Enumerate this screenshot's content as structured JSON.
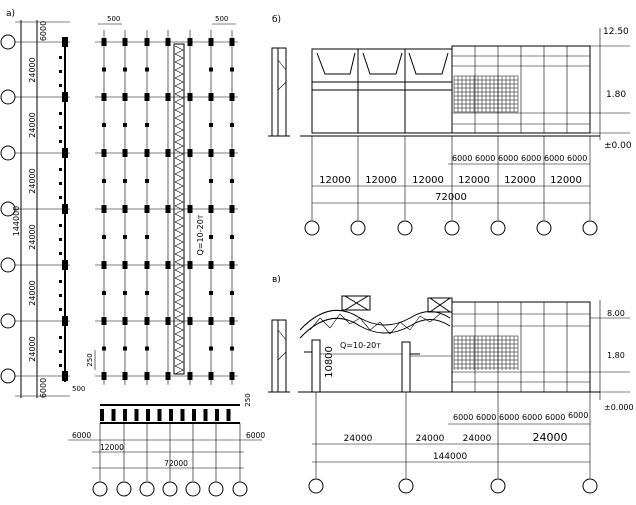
{
  "section_a": {
    "label": "а)",
    "plan_dims": [
      "6000",
      "24000",
      "24000",
      "24000",
      "24000",
      "24000",
      "24000",
      "6000"
    ],
    "plan_total": "144000",
    "top_offset_left": "500",
    "top_offset_right": "500",
    "bottom_offset": "500",
    "step_250_side": "250",
    "crane_label": "Q=10-20т",
    "elevation_step_250": "250",
    "elevation_edge_left": "6000",
    "elevation_edge_right": "6000",
    "elevation_span": "12000",
    "elevation_total": "72000"
  },
  "section_b": {
    "label": "б)",
    "level_top": "12.50",
    "level_mid": "1.80",
    "level_zero": "±0.00",
    "panel_dims": [
      "6000",
      "6000",
      "6000",
      "6000",
      "6000",
      "6000"
    ],
    "span_dims": [
      "12000",
      "12000",
      "12000",
      "12000",
      "12000",
      "12000"
    ],
    "total": "72000"
  },
  "section_v": {
    "label": "в)",
    "level_top": "8.00",
    "level_mid": "1.80",
    "level_zero": "±0.000",
    "height_label": "10800",
    "crane_label": "Q=10-20т",
    "panel_dims": [
      "6000",
      "6000",
      "6000",
      "6000",
      "6000",
      "6000"
    ],
    "span_dims": [
      "24000",
      "24000",
      "24000",
      "24000"
    ],
    "total": "144000"
  }
}
